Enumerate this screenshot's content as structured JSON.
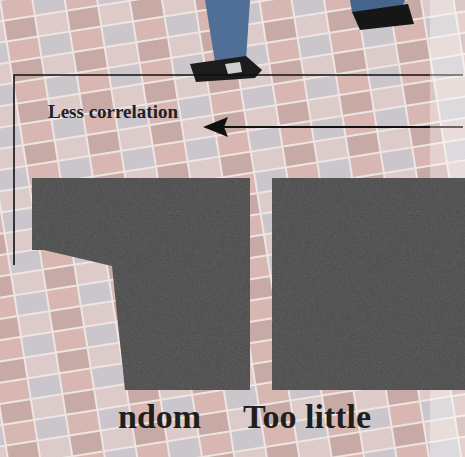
{
  "diagram": {
    "nodes": [
      {
        "text": [
          "ndom"
        ]
      },
      {
        "text": [
          "Too little"
        ]
      }
    ],
    "labels": [
      "Less correlation"
    ]
  }
}
